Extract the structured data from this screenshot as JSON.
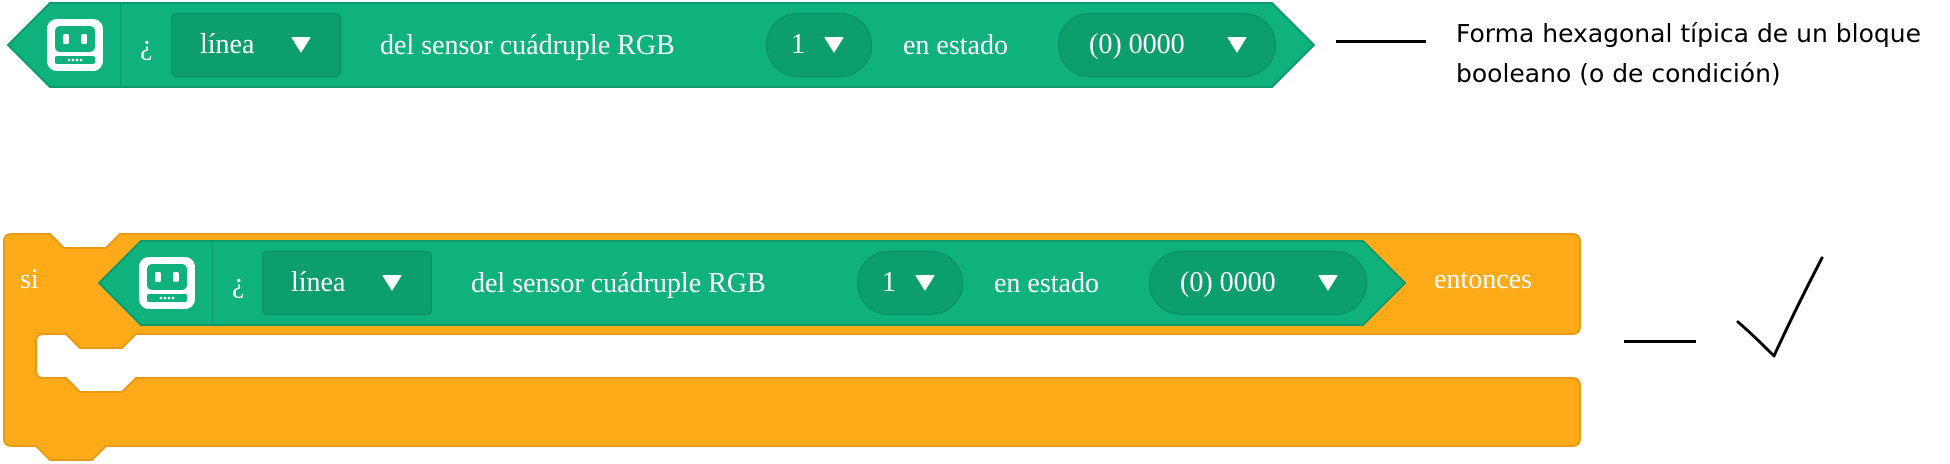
{
  "colors": {
    "boolean_block": "#0fb17d",
    "boolean_block_border": "#0c9a6c",
    "dropdown_bg": "#0d9e6e",
    "control_block": "#ffab19",
    "control_block_border": "#e89a12",
    "text_on_block": "#ffffff",
    "annotation_text": "#000000"
  },
  "boolean_block": {
    "icon": "robot-device-icon",
    "question_mark": "¿",
    "mode_dropdown": {
      "value": "línea"
    },
    "sensor_label": "del sensor cuádruple RGB",
    "index_dropdown": {
      "value": "1"
    },
    "state_label": "en estado",
    "state_dropdown": {
      "value": "(0) 0000"
    }
  },
  "if_block": {
    "if_label": "si",
    "then_label": "entonces"
  },
  "annotations": {
    "boolean_shape_note": "Forma hexagonal típica de un bloque booleano (o de condición)",
    "fits_mark": "checkmark-icon"
  }
}
